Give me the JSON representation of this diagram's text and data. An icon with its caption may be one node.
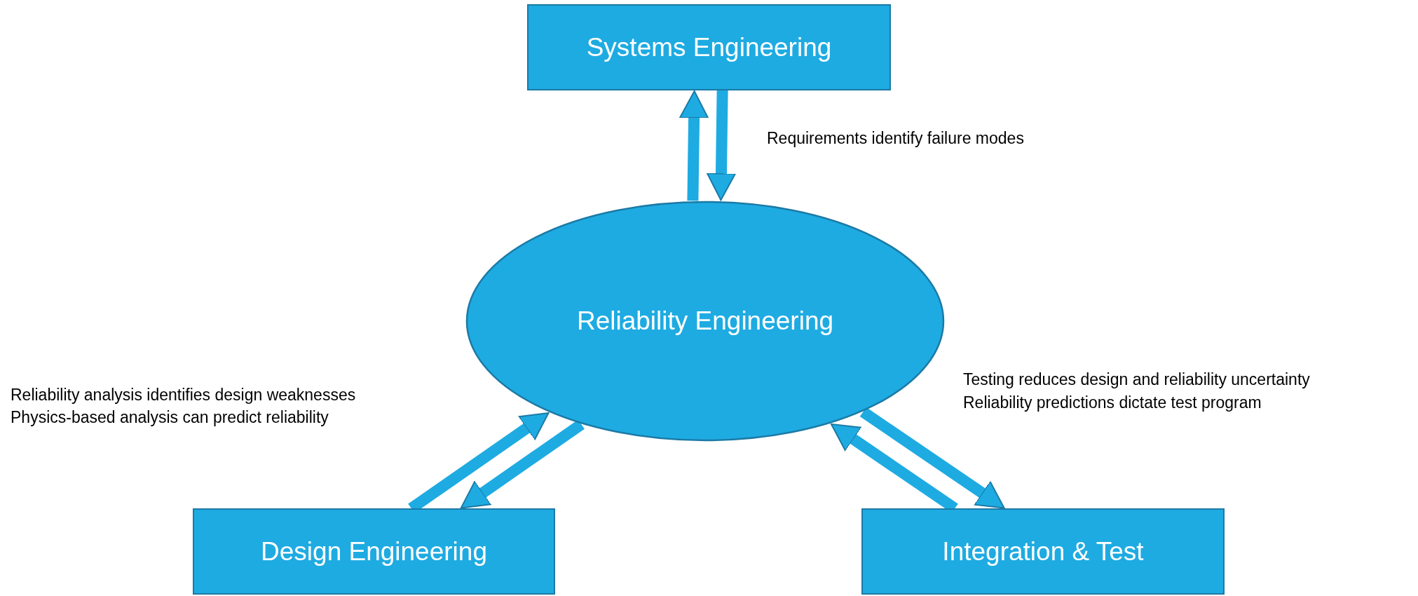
{
  "diagram": {
    "nodes": [
      {
        "text": [
          "Systems Engineering"
        ]
      },
      {
        "text": [
          "Reliability Engineering"
        ]
      },
      {
        "text": [
          "Design Engineering"
        ]
      },
      {
        "text": [
          "Integration & Test"
        ]
      }
    ],
    "edges": [
      {
        "from": 0,
        "to": 1,
        "arrow": "to"
      },
      {
        "from": 1,
        "to": 0,
        "arrow": "to"
      },
      {
        "from": 1,
        "to": 2,
        "arrow": "to"
      },
      {
        "from": 2,
        "to": 1,
        "arrow": "to"
      },
      {
        "from": 1,
        "to": 3,
        "arrow": "to"
      },
      {
        "from": 3,
        "to": 1,
        "arrow": "to"
      }
    ],
    "labels": [
      "Requirements identify failure modes",
      "Reliability analysis identifies design weaknesses",
      "Physics-based analysis can predict reliability",
      "Testing reduces design and reliability uncertainty",
      "Reliability predictions dictate test program"
    ]
  }
}
